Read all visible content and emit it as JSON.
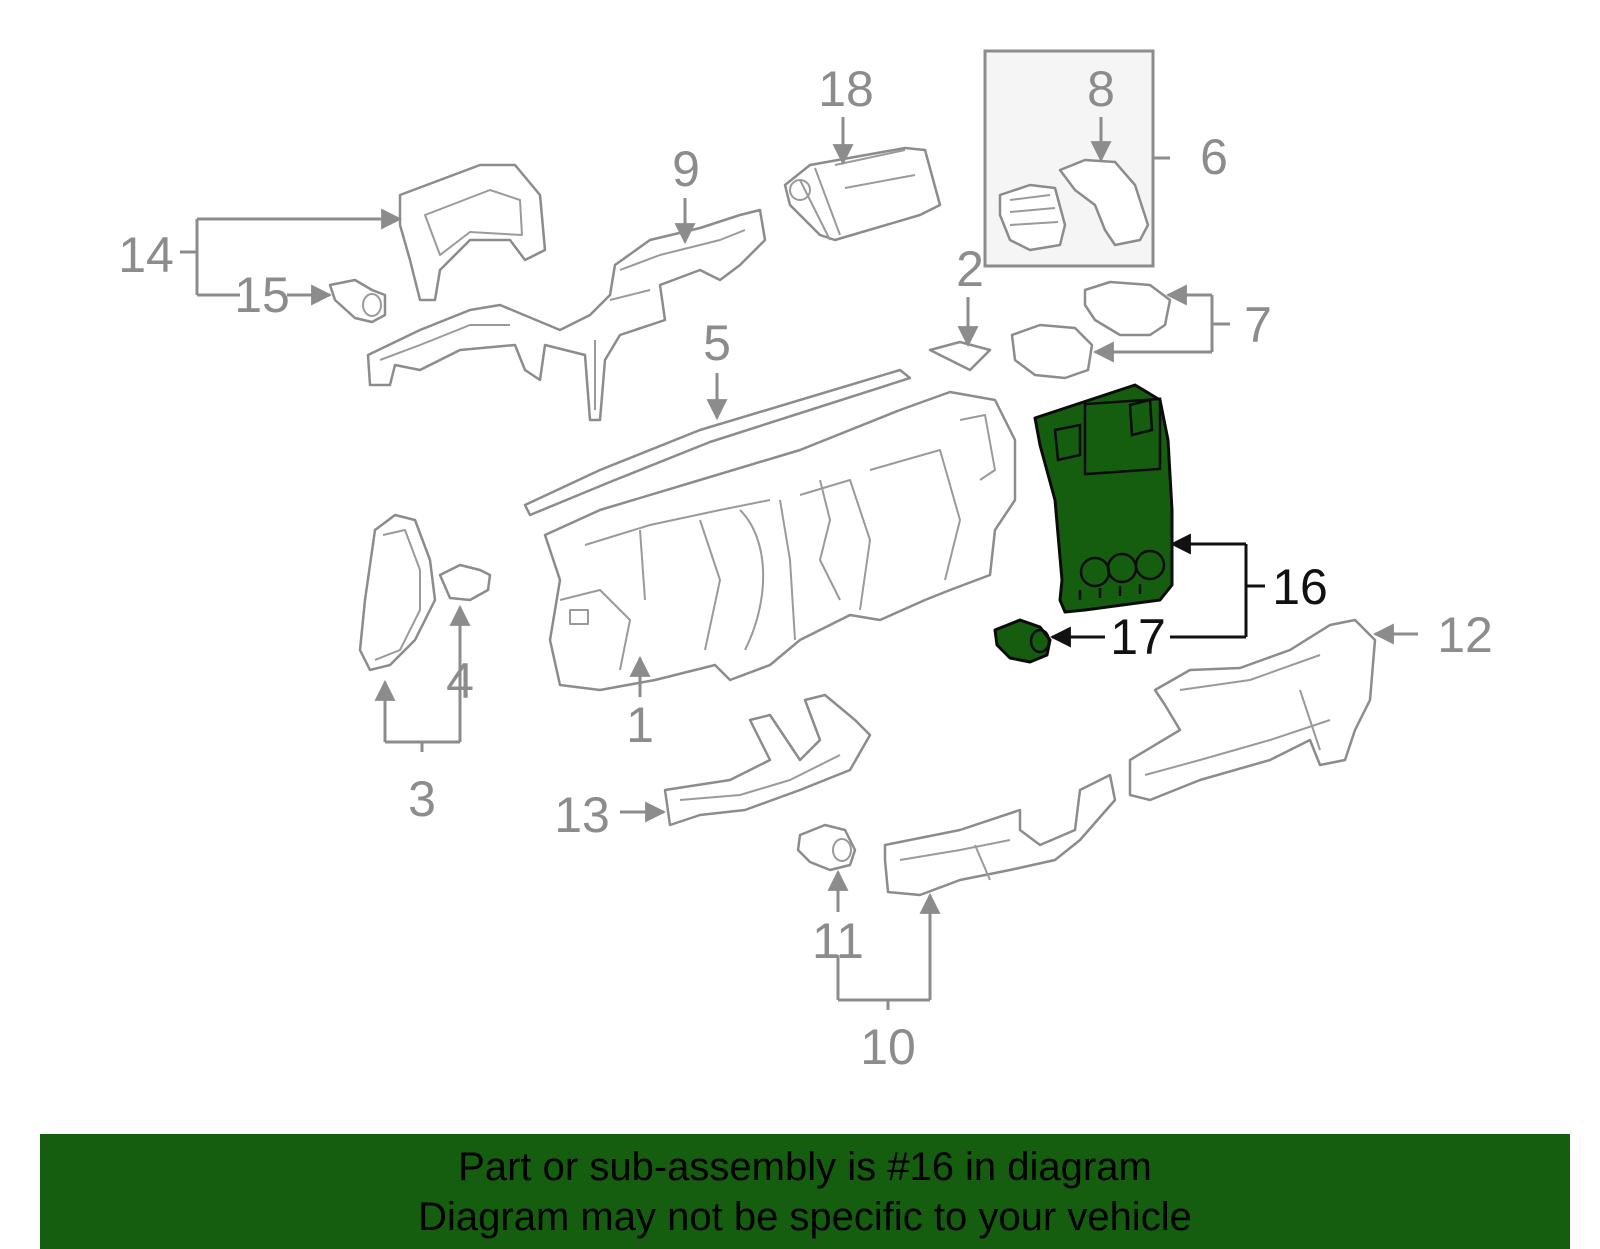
{
  "callouts": {
    "c1": "1",
    "c2": "2",
    "c3": "3",
    "c4": "4",
    "c5": "5",
    "c6": "6",
    "c7": "7",
    "c8": "8",
    "c9": "9",
    "c10": "10",
    "c11": "11",
    "c12": "12",
    "c13": "13",
    "c14": "14",
    "c15": "15",
    "c16": "16",
    "c17": "17",
    "c18": "18"
  },
  "highlighted_part": "16",
  "colors": {
    "highlight": "#165e0f",
    "banner": "#165e0f",
    "linework": "#8c8c8c"
  },
  "banner": {
    "line1": "Part or sub-assembly is #16 in diagram",
    "line2": "Diagram may not be specific to your vehicle"
  }
}
